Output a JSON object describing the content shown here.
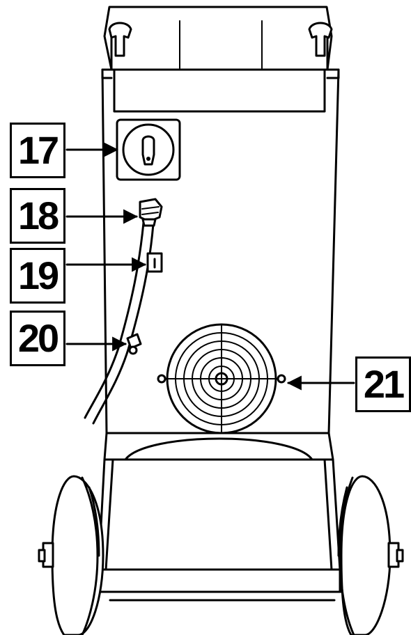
{
  "callouts": {
    "c17": "17",
    "c18": "18",
    "c19": "19",
    "c20": "20",
    "c21": "21"
  },
  "colors": {
    "line": "#000000",
    "background": "#ffffff"
  }
}
